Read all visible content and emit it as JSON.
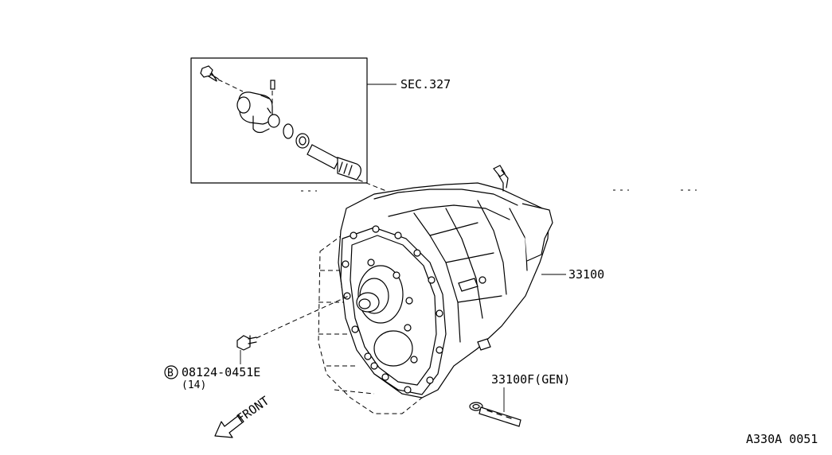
{
  "labels": {
    "sec_ref": "SEC.327",
    "transmission": "33100",
    "bolt_code_letter": "B",
    "bolt_part": "08124-0451E",
    "bolt_qty": "(14)",
    "gen_part": "33100F(GEN)",
    "front": "FRONT",
    "diagram_id": "A330A 0051"
  }
}
